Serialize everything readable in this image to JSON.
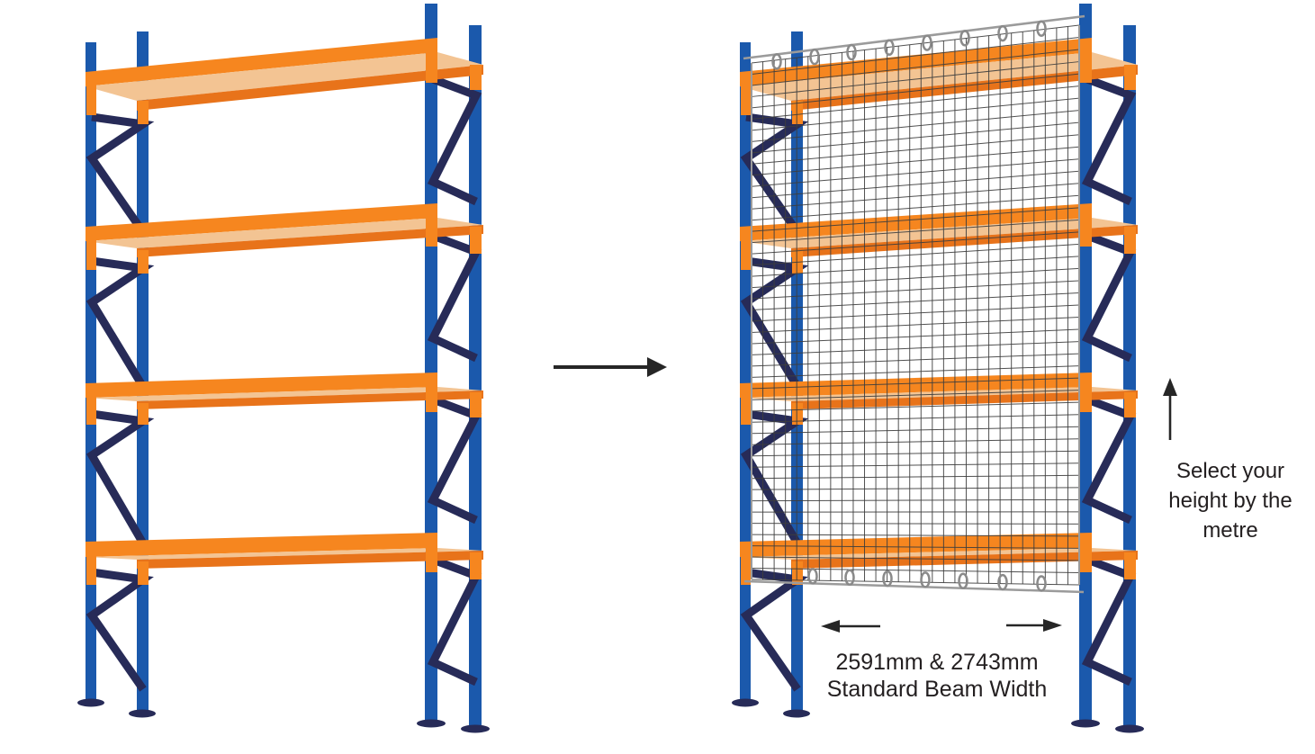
{
  "annotations": {
    "beam_width_line1": "2591mm & 2743mm",
    "beam_width_line2": "Standard Beam Width",
    "height_line1": "Select your",
    "height_line2": "height by the",
    "height_line3": "metre"
  },
  "icons": {
    "transform_arrow": "→",
    "up_arrow": "↑",
    "left_arrow": "←",
    "right_arrow": "→"
  },
  "colors": {
    "post_blue": "#1b59ac",
    "brace_navy": "#272b58",
    "beam_orange": "#f6861f",
    "beam_orange_dark": "#e8731a",
    "decking_tan": "#f3c493",
    "mesh_wire": "#3e3e3e",
    "cable_gray": "#9b9b9b",
    "ring_gray": "#8a8a8a",
    "arrow_black": "#262626",
    "text_dark": "#231f20",
    "background": "#ffffff"
  }
}
